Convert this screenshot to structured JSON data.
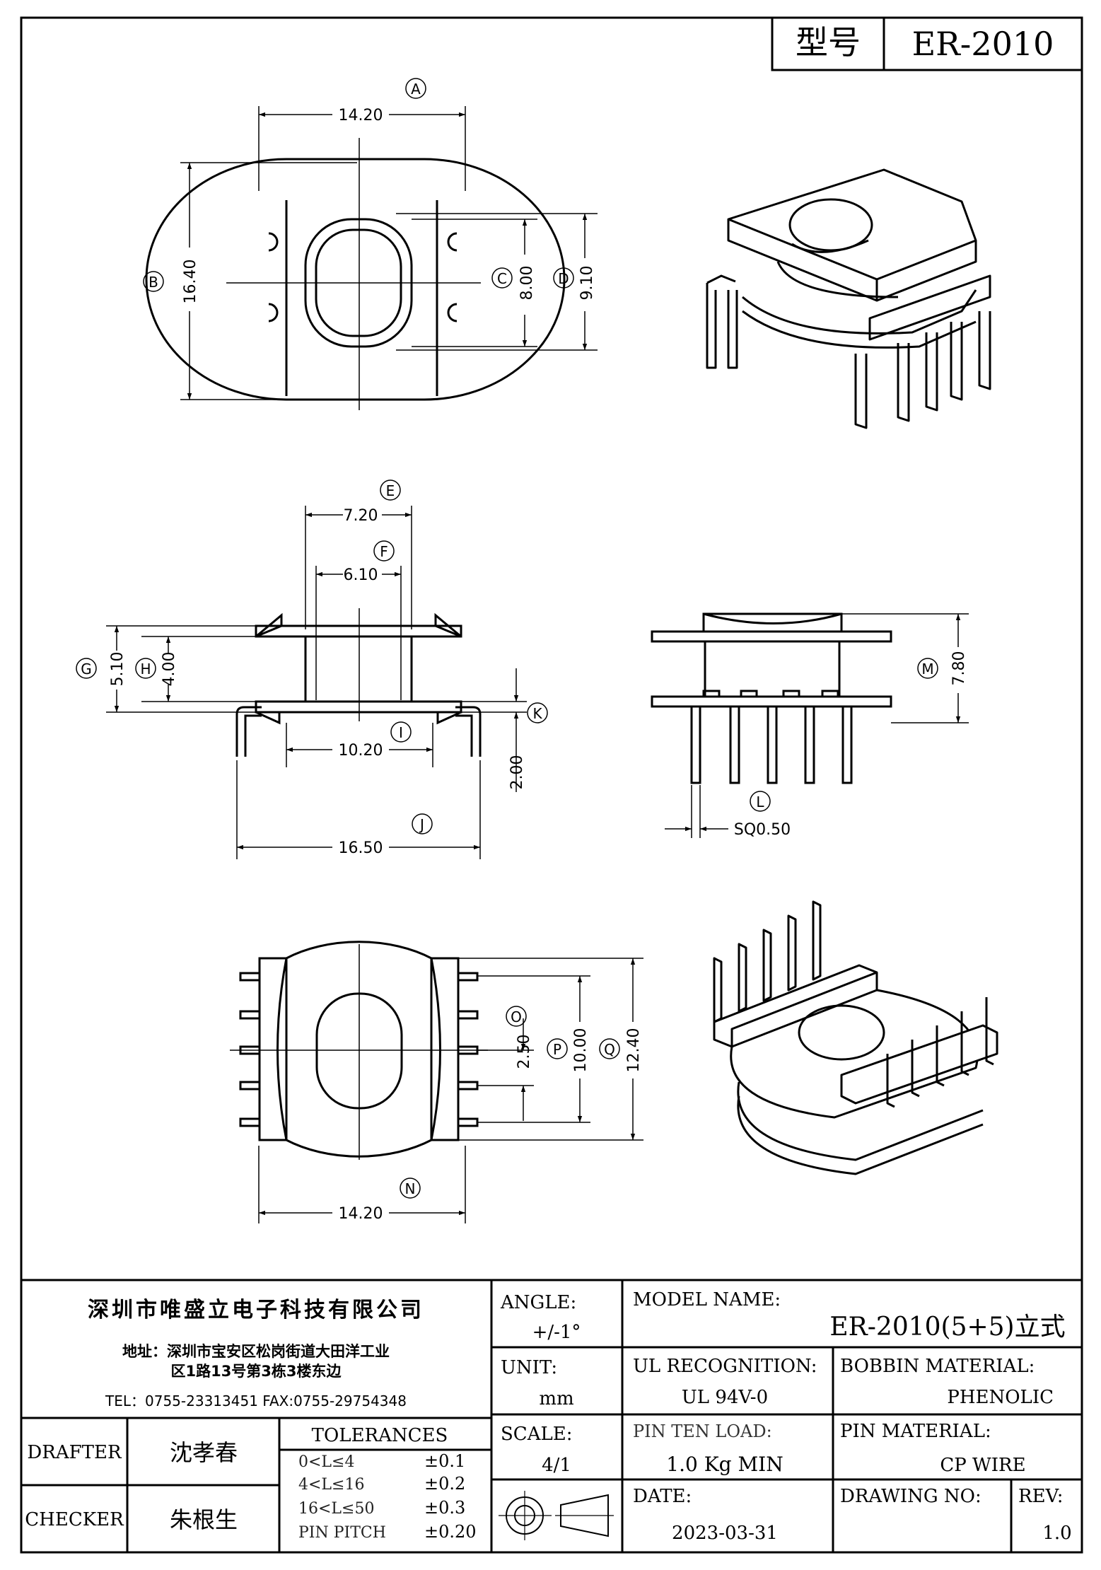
{
  "header": {
    "model_label": "型号",
    "model_value": "ER-2010"
  },
  "top_view": {
    "A": {
      "letter": "A",
      "value": "14.20"
    },
    "B": {
      "letter": "B",
      "value": "16.40"
    },
    "C": {
      "letter": "C",
      "value": "8.00"
    },
    "D": {
      "letter": "D",
      "value": "9.10"
    }
  },
  "front_view": {
    "E": {
      "letter": "E",
      "value": "7.20"
    },
    "F": {
      "letter": "F",
      "value": "6.10"
    },
    "G": {
      "letter": "G",
      "value": "5.10"
    },
    "H": {
      "letter": "H",
      "value": "4.00"
    },
    "I": {
      "letter": "I",
      "value": "10.20"
    },
    "J": {
      "letter": "J",
      "value": "16.50"
    },
    "K": {
      "letter": "K",
      "value": "2.00"
    }
  },
  "side_view": {
    "M": {
      "letter": "M",
      "value": "7.80"
    },
    "L": {
      "letter": "L",
      "value": "SQ0.50"
    }
  },
  "bottom_view": {
    "N": {
      "letter": "N",
      "value": "14.20"
    },
    "O": {
      "letter": "O",
      "value": "2.50"
    },
    "P": {
      "letter": "P",
      "value": "10.00"
    },
    "Q": {
      "letter": "Q",
      "value": "12.40"
    }
  },
  "title_block": {
    "company": "深圳市唯盛立电子科技有限公司",
    "address_line1": "地址：深圳市宝安区松岗街道大田洋工业",
    "address_line2": "区1路13号第3栋3楼东边",
    "tel_fax": "TEL：0755-23313451    FAX:0755-29754348",
    "angle_label": "ANGLE:",
    "angle_value": "+/-1°",
    "unit_label": "UNIT:",
    "unit_value": "mm",
    "scale_label": "SCALE:",
    "scale_value": "4/1",
    "model_name_label": "MODEL NAME:",
    "model_name_value": "ER-2010(5+5)立式",
    "ul_label": "UL RECOGNITION:",
    "ul_value": "UL 94V-0",
    "bobbin_material_label": "BOBBIN MATERIAL:",
    "bobbin_material_value": "PHENOLIC",
    "pin_load_label": "PIN TEN LOAD:",
    "pin_load_value": "1.0 Kg MIN",
    "pin_material_label": "PIN MATERIAL:",
    "pin_material_value": "CP WIRE",
    "date_label": "DATE:",
    "date_value": "2023-03-31",
    "drawing_no_label": "DRAWING NO:",
    "drawing_no_value": "",
    "rev_label": "REV:",
    "rev_value": "1.0",
    "drafter_label": "DRAFTER",
    "drafter_name": "沈孝春",
    "checker_label": "CHECKER",
    "checker_name": "朱根生",
    "tolerances_title": "TOLERANCES",
    "tolerances": [
      {
        "range": "0<L≤4",
        "value": "±0.1"
      },
      {
        "range": "4<L≤16",
        "value": "±0.2"
      },
      {
        "range": "16<L≤50",
        "value": "±0.3"
      },
      {
        "range": "PIN PITCH",
        "value": "±0.20"
      }
    ]
  }
}
